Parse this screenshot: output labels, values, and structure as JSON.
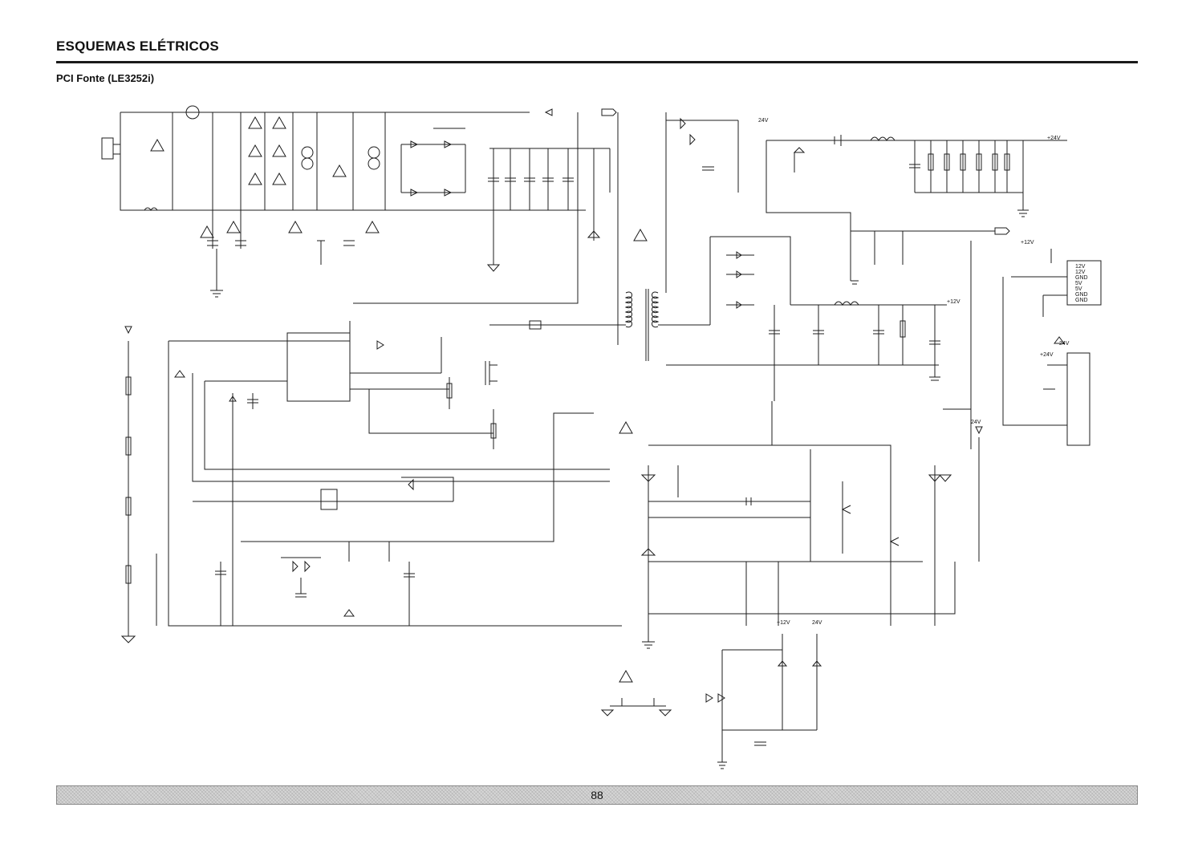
{
  "header": {
    "title": "ESQUEMAS ELÉTRICOS",
    "subtitle": "PCI Fonte (LE3252i)"
  },
  "footer": {
    "page_number": "88"
  },
  "schematic": {
    "rail_labels": {
      "rail_24v_out": "+24V",
      "rail_12v_out": "+12V",
      "rail_24v_a": "24V",
      "rail_24v_b": "24V",
      "rail_24v_c": "24V",
      "rail_12v_b": "+12V",
      "rail_12v_c": "+12V",
      "rail_24v_d": "+24V",
      "rail_24v_e": "24V"
    },
    "connector_pins": [
      "12V",
      "12V",
      "GND",
      "5V",
      "5V",
      "GND",
      "GND"
    ]
  }
}
